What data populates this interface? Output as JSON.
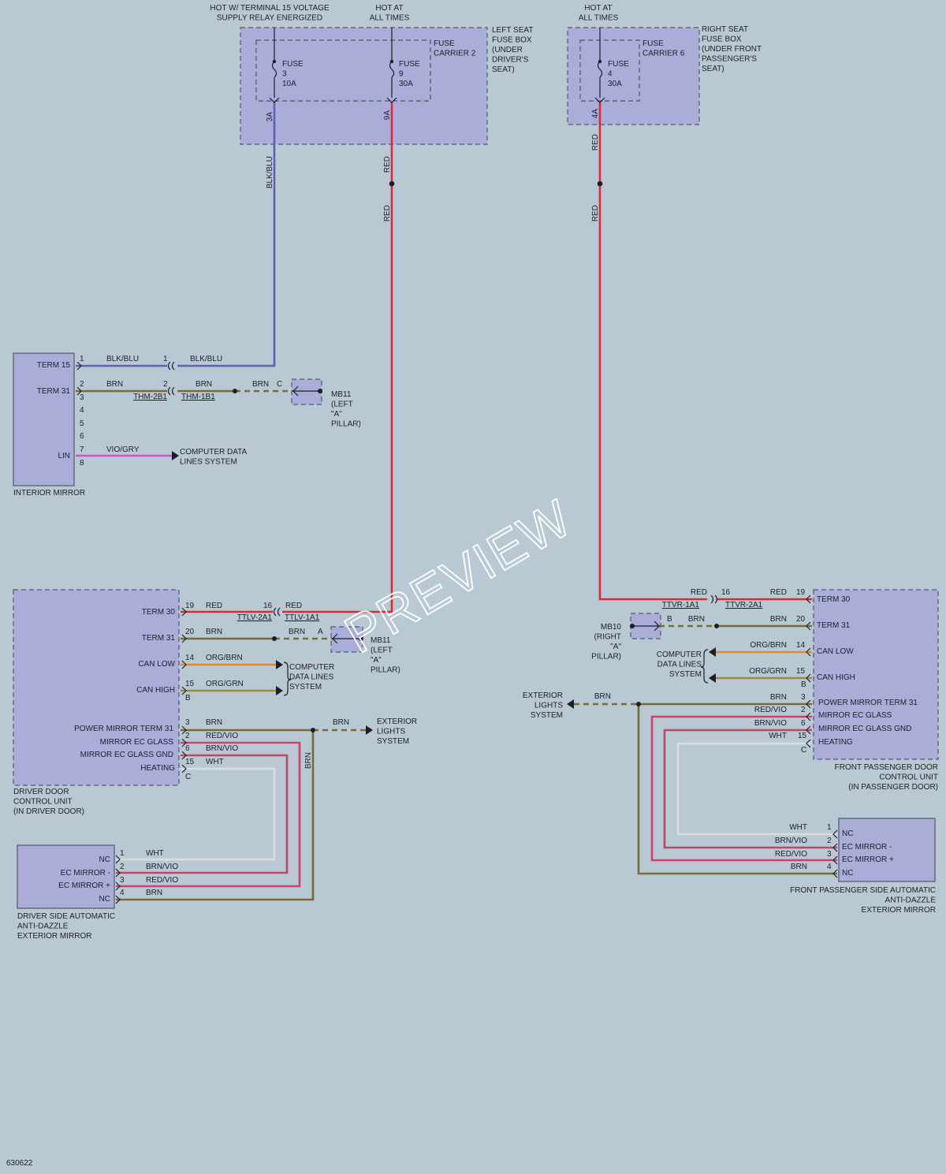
{
  "sources": {
    "term15": "HOT W/ TERMINAL 15 VOLTAGE|SUPPLY RELAY ENERGIZED",
    "hot_left": "HOT AT|ALL TIMES",
    "hot_right": "HOT AT|ALL TIMES"
  },
  "left_fuse_box": {
    "name": "LEFT SEAT|FUSE BOX|(UNDER|DRIVER'S|SEAT)",
    "carrier": "FUSE|CARRIER 2",
    "fuse3": "FUSE|3|10A",
    "fuse9": "FUSE|9|30A",
    "pin3": "3A",
    "pin9": "9A"
  },
  "right_fuse_box": {
    "name": "RIGHT SEAT|FUSE BOX|(UNDER FRONT|PASSENGER'S|SEAT)",
    "carrier": "FUSE|CARRIER 6",
    "fuse4": "FUSE|4|30A",
    "pin4": "4A"
  },
  "wire_colors": {
    "blk_blu": "#5a63b3",
    "red": "#d92a3a",
    "brn": "#776b3a",
    "vio_gry": "#cf4fd6",
    "org_brn": "#d88a3c",
    "org_grn": "#a08a3a",
    "red_vio": "#d43e6e",
    "brn_vio": "#b74a64",
    "wht": "#dcdcdc"
  },
  "wires": {
    "blk_blu": "BLK/BLU",
    "red": "RED",
    "brn": "BRN",
    "vio_gry": "VIO/GRY",
    "org_brn": "ORG/BRN",
    "org_grn": "ORG/GRN",
    "red_vio": "RED/VIO",
    "brn_vio": "BRN/VIO",
    "wht": "WHT"
  },
  "interior_mirror": {
    "label": "INTERIOR MIRROR",
    "term15": "TERM 15",
    "term31": "TERM 31",
    "lin": "LIN",
    "pins": [
      "1",
      "2",
      "3",
      "4",
      "5",
      "6",
      "7",
      "8"
    ]
  },
  "connectors": {
    "thm2b1": "THM-2B1",
    "thm1b1": "THM-1B1",
    "ttlv2a1": "TTLV-2A1",
    "ttlv1a1": "TTLV-1A1",
    "ttvr1a1": "TTVR-1A1",
    "ttvr2a1": "TTVR-2A1"
  },
  "grounds": {
    "mb11_top": "MB11|(LEFT|\"A\"|PILLAR)",
    "mb11_mid": "MB11|(LEFT|\"A\"|PILLAR)",
    "mb10": "MB10|(RIGHT|\"A\"|PILLAR)"
  },
  "refs": {
    "comp_top": "COMPUTER DATA|LINES SYSTEM",
    "comp_left": "COMPUTER|DATA LINES|SYSTEM",
    "comp_right": "COMPUTER|DATA LINES|SYSTEM",
    "ext_left": "EXTERIOR|LIGHTS|SYSTEM",
    "ext_right": "EXTERIOR|LIGHTS|SYSTEM"
  },
  "driver_door": {
    "label": "DRIVER DOOR|CONTROL UNIT|(IN DRIVER DOOR)",
    "term30": "TERM 30",
    "term31": "TERM 31",
    "can_low": "CAN LOW",
    "can_high": "CAN HIGH",
    "pm31": "POWER MIRROR TERM 31",
    "ec_glass": "MIRROR EC GLASS",
    "ec_glass_gnd": "MIRROR EC GLASS GND",
    "heating": "HEATING"
  },
  "passenger_door": {
    "label": "FRONT PASSENGER DOOR|CONTROL UNIT|(IN PASSENGER DOOR)",
    "term30": "TERM 30",
    "term31": "TERM 31",
    "can_low": "CAN LOW",
    "can_high": "CAN HIGH",
    "pm31": "POWER MIRROR TERM 31",
    "ec_glass": "MIRROR EC GLASS",
    "ec_glass_gnd": "MIRROR EC GLASS GND",
    "heating": "HEATING"
  },
  "driver_mirror": {
    "label": "DRIVER SIDE AUTOMATIC|ANTI-DAZZLE|EXTERIOR MIRROR",
    "nc1": "NC",
    "ec_minus": "EC MIRROR -",
    "ec_plus": "EC MIRROR +",
    "nc2": "NC"
  },
  "passenger_mirror": {
    "label": "FRONT PASSENGER SIDE AUTOMATIC|ANTI-DAZZLE|EXTERIOR MIRROR",
    "nc1": "NC",
    "ec_minus": "EC MIRROR -",
    "ec_plus": "EC MIRROR +",
    "nc2": "NC"
  },
  "pin_labels": {
    "p1": "1",
    "p2": "2",
    "p3": "3",
    "p4": "4",
    "p6": "6",
    "p14": "14",
    "p15": "15",
    "p16": "16",
    "p19": "19",
    "p20": "20",
    "A": "A",
    "B": "B",
    "C": "C"
  },
  "watermark": "PREVIEW",
  "figure_id": "630622"
}
